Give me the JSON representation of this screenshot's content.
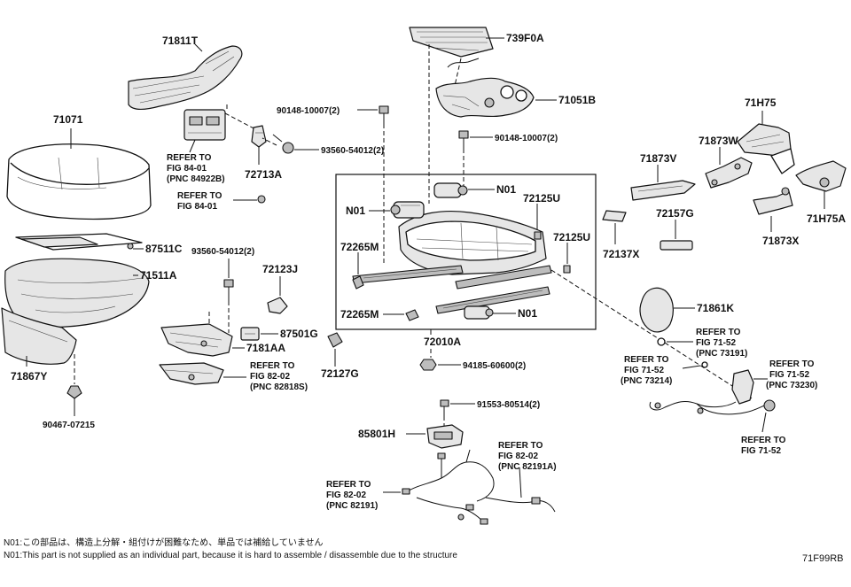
{
  "diagram_code": "71F99RB",
  "notes": {
    "jp": "N01:この部品は、構造上分解・組付けが困難なため、単品では補給していません",
    "en": "N01:This part is not supplied as an individual part, because it is hard to assemble / disassemble due to the structure"
  },
  "labels": {
    "p739F0A": "739F0A",
    "p71811T": "71811T",
    "p71071": "71071",
    "p71051B": "71051B",
    "bolt_upper_left": "90148-10007(2)",
    "bolt_upper_right": "90148-10007(2)",
    "p71H75": "71H75",
    "screw_upper": "93560-54012(2)",
    "p72713A": "72713A",
    "p71873W": "71873W",
    "p71873V": "71873V",
    "p71H75A": "71H75A",
    "n01_a": "N01",
    "n01_b": "N01",
    "n01_c": "N01",
    "p72125U_a": "72125U",
    "p72125U_b": "72125U",
    "p72157G": "72157G",
    "p72137X": "72137X",
    "p71873X": "71873X",
    "p87511C": "87511C",
    "screw_lower": "93560-54012(2)",
    "p72123J": "72123J",
    "p71511A": "71511A",
    "p72265M_a": "72265M",
    "p72265M_b": "72265M",
    "p71861K": "71861K",
    "p87501G": "87501G",
    "p7181AA": "7181AA",
    "p72010A": "72010A",
    "p72127G": "72127G",
    "p71867Y": "71867Y",
    "nut_94185": "94185-60600(2)",
    "p90467": "90467-07215",
    "screw_91553": "91553-80514(2)",
    "p85801H": "85801H",
    "ref_84_01_a": {
      "line1": "REFER TO",
      "line2": "FIG 84-01",
      "line3": "(PNC 84922B)"
    },
    "ref_84_01_b": {
      "line1": "REFER TO",
      "line2": "FIG 84-01"
    },
    "ref_82_02_a": {
      "line1": "REFER TO",
      "line2": "FIG 82-02",
      "line3": "(PNC 82818S)"
    },
    "ref_82_02_b": {
      "line1": "REFER TO",
      "line2": "FIG 82-02",
      "line3": "(PNC 82191A)"
    },
    "ref_82_02_c": {
      "line1": "REFER TO",
      "line2": "FIG 82-02",
      "line3": "(PNC 82191)"
    },
    "ref_71_52_a": {
      "line1": "REFER TO",
      "line2": "FIG 71-52",
      "line3": "(PNC 73191)"
    },
    "ref_71_52_b": {
      "line1": "REFER TO",
      "line2": "FIG 71-52",
      "line3": "(PNC 73214)"
    },
    "ref_71_52_c": {
      "line1": "REFER TO",
      "line2": "FIG 71-52",
      "line3": "(PNC 73230)"
    },
    "ref_71_52_d": {
      "line1": "REFER TO",
      "line2": "FIG 71-52"
    }
  }
}
